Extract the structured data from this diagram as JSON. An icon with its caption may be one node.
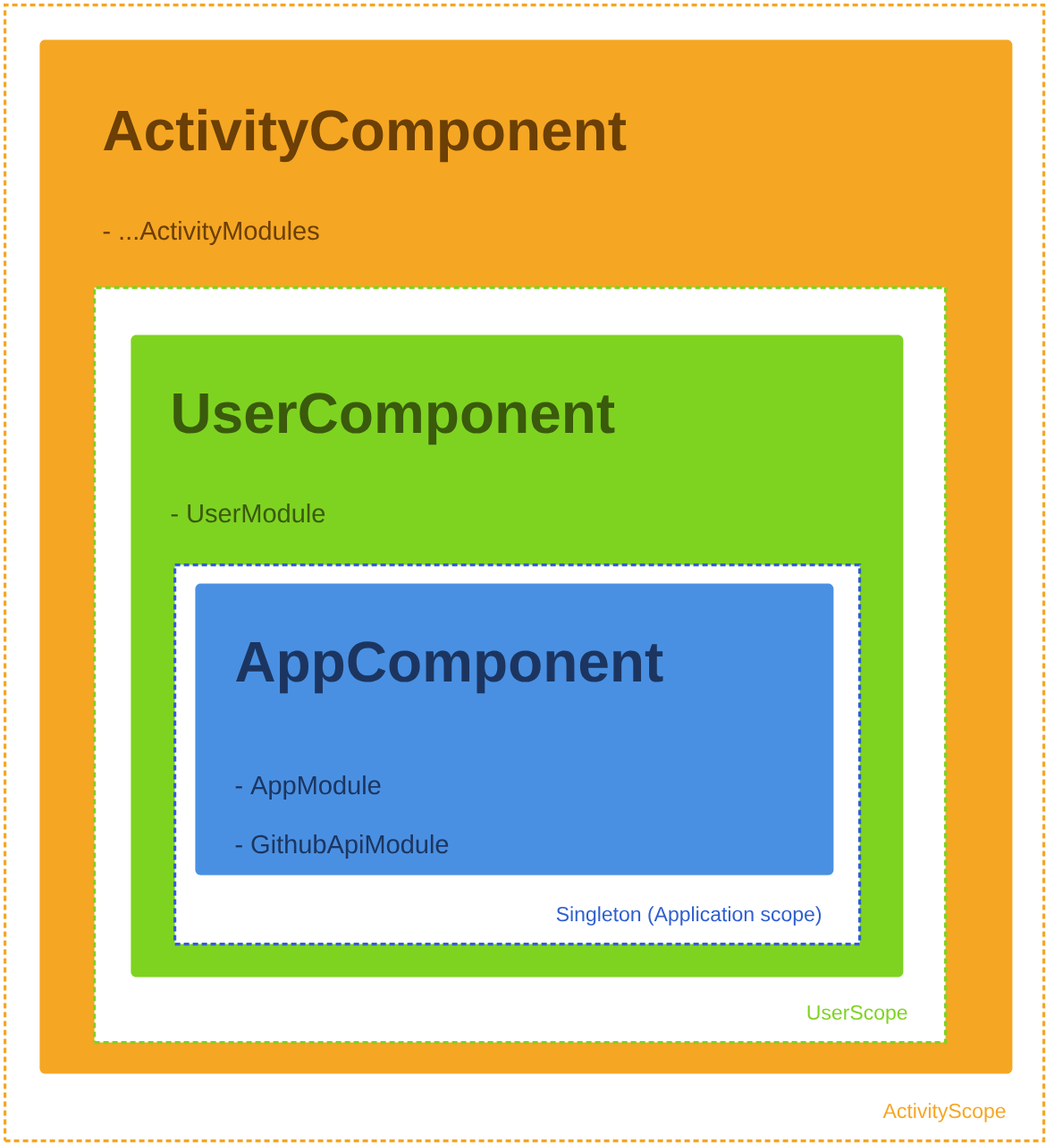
{
  "diagram": {
    "nodes": [
      {
        "text": [
          "ActivityScope"
        ]
      },
      {
        "text": [
          "ActivityComponent",
          "- ...ActivityModules"
        ],
        "in": 0
      },
      {
        "text": [
          "UserScope"
        ],
        "in": 1
      },
      {
        "text": [
          "UserComponent",
          "- UserModule"
        ],
        "in": 2
      },
      {
        "text": [
          "Singleton (Application scope)"
        ],
        "in": 3
      },
      {
        "text": [
          "AppComponent",
          "- AppModule",
          "- GithubApiModule"
        ],
        "in": 4
      }
    ]
  }
}
